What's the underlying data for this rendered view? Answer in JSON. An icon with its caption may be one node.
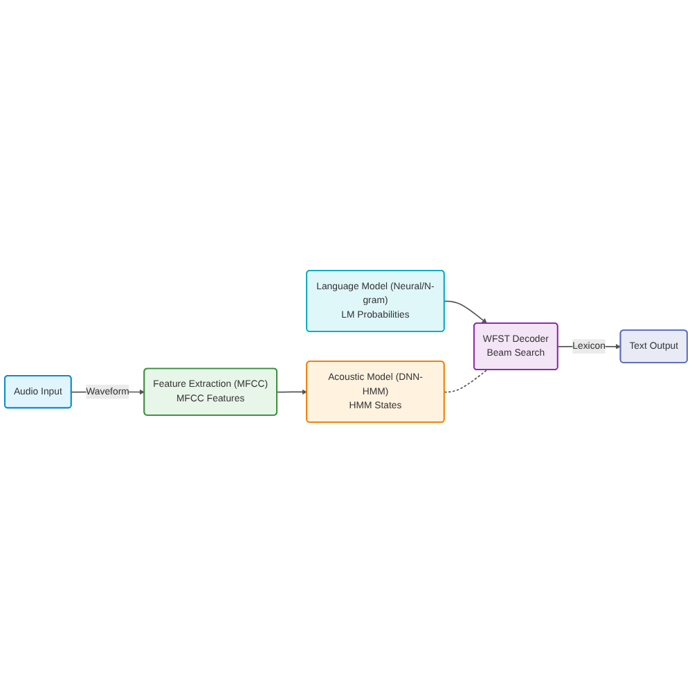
{
  "diagram": {
    "nodes": [
      {
        "text": [
          "Audio Input"
        ]
      },
      {
        "text": [
          "Feature Extraction (MFCC)",
          "MFCC Features"
        ]
      },
      {
        "text": [
          "Acoustic Model (DNN-HMM)",
          "HMM States"
        ]
      },
      {
        "text": [
          "Language Model (Neural/N-gram)",
          "LM Probabilities"
        ]
      },
      {
        "text": [
          "WFST Decoder",
          "Beam Search"
        ]
      },
      {
        "text": [
          "Text Output"
        ]
      }
    ],
    "edges": [
      {
        "from": 0,
        "to": 1,
        "arrow": "to",
        "label": "Waveform"
      },
      {
        "from": 1,
        "to": 2,
        "arrow": "to"
      },
      {
        "from": 3,
        "to": 4,
        "arrow": "to"
      },
      {
        "from": 2,
        "to": 4,
        "arrow": "none",
        "style": "dashed"
      },
      {
        "from": 4,
        "to": 5,
        "arrow": "to",
        "label": "Lexicon"
      }
    ]
  }
}
